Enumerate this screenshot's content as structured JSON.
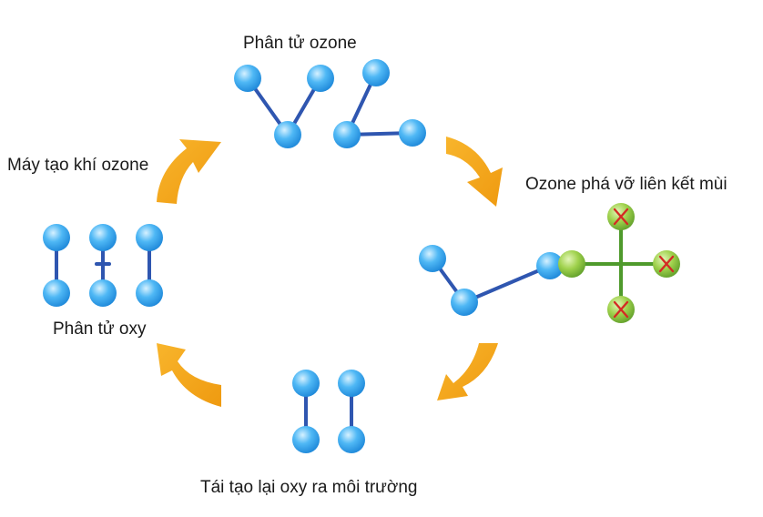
{
  "labels": {
    "ozone_molecule": "Phân tử ozone",
    "ozone_generator": "Máy tạo khí ozone",
    "ozone_breaks_bonds": "Ozone phá vỡ liên kết mùi",
    "oxygen_molecule": "Phân tử oxy",
    "regenerate_oxygen": "Tái tạo lại oxy ra môi trường"
  },
  "colors": {
    "atom_blue": "#2ea3ef",
    "atom_blue_highlight": "#bfe8ff",
    "bond_blue": "#2f56b0",
    "odor_green": "#8bc53f",
    "bond_green": "#4f9a2c",
    "x_red": "#d42a24",
    "arrow_orange": "#f5a81a"
  },
  "icons": [
    "blue-atom",
    "green-odor-atom",
    "red-x-mark",
    "orange-curved-arrow"
  ]
}
